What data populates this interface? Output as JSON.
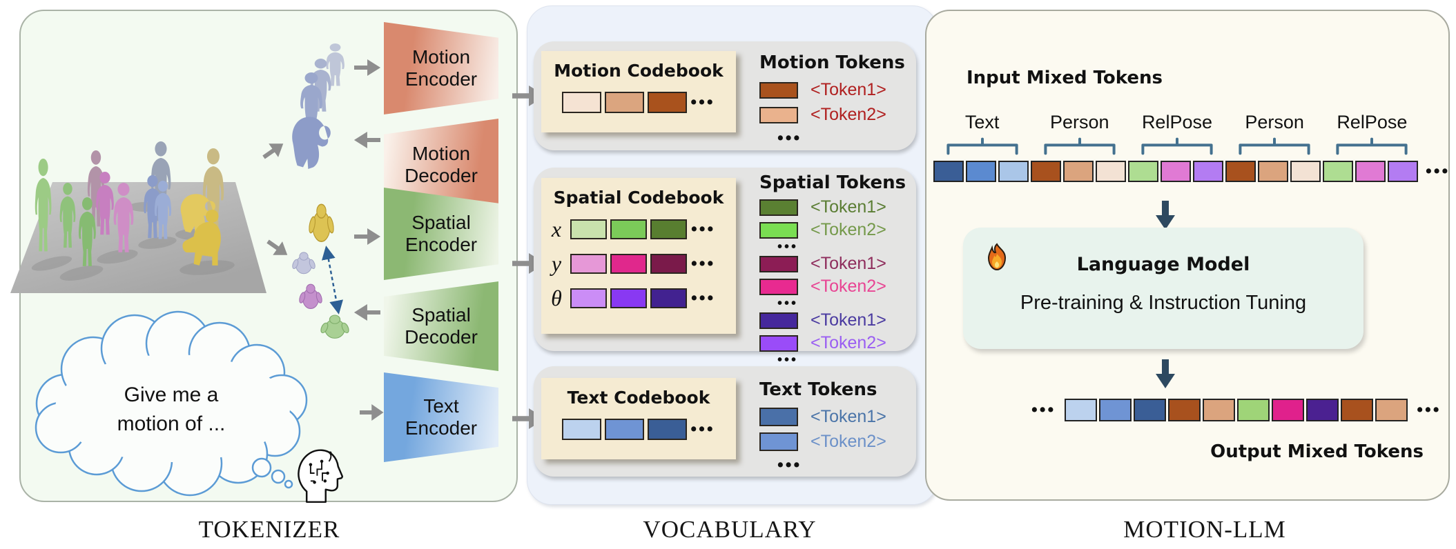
{
  "tokenizer": {
    "caption": "TOKENIZER",
    "blocks": [
      {
        "line1": "Motion",
        "line2": "Encoder"
      },
      {
        "line1": "Motion",
        "line2": "Decoder"
      },
      {
        "line1": "Spatial",
        "line2": "Encoder"
      },
      {
        "line1": "Spatial",
        "line2": "Decoder"
      },
      {
        "line1": "Text",
        "line2": "Encoder"
      }
    ],
    "thought_bubble": {
      "line1": "Give me a",
      "line2": "motion of ..."
    }
  },
  "vocabulary": {
    "caption": "VOCABULARY",
    "ellipsis": "•••",
    "motion": {
      "codebook_title": "Motion Codebook",
      "codebook_colors": [
        "#f5e3d3",
        "#dba57f",
        "#a9521d"
      ],
      "tokens_title": "Motion Tokens",
      "tokens": [
        {
          "color": "#a9521d",
          "label": "<Token1>",
          "label_color": "#b02020"
        },
        {
          "color": "#eab28d",
          "label": "<Token2>",
          "label_color": "#b02020"
        }
      ]
    },
    "spatial": {
      "codebook_title": "Spatial Codebook",
      "rows": [
        {
          "var": "x",
          "colors": [
            "#c9e2ad",
            "#7bca59",
            "#587e30"
          ]
        },
        {
          "var": "y",
          "colors": [
            "#e698d7",
            "#e0288c",
            "#7a1a4a"
          ]
        },
        {
          "var": "θ",
          "colors": [
            "#cb8df6",
            "#8939f2",
            "#422290"
          ]
        }
      ],
      "tokens_title": "Spatial Tokens",
      "token_groups": [
        {
          "tokens": [
            {
              "color": "#5a8032",
              "label": "<Token1>",
              "label_color": "#5a7d33"
            },
            {
              "color": "#7ade52",
              "label": "<Token2>",
              "label_color": "#74994a"
            }
          ]
        },
        {
          "tokens": [
            {
              "color": "#8c1d55",
              "label": "<Token1>",
              "label_color": "#8e2c5c"
            },
            {
              "color": "#e82a90",
              "label": "<Token2>",
              "label_color": "#e84493"
            }
          ]
        },
        {
          "tokens": [
            {
              "color": "#46289c",
              "label": "<Token1>",
              "label_color": "#4a3aa0"
            },
            {
              "color": "#9a4cf8",
              "label": "<Token2>",
              "label_color": "#9a5ef2"
            }
          ]
        }
      ]
    },
    "text": {
      "codebook_title": "Text Codebook",
      "codebook_colors": [
        "#bcd2ee",
        "#6f94d4",
        "#3a5e96"
      ],
      "tokens_title": "Text Tokens",
      "tokens": [
        {
          "color": "#4a70a8",
          "label": "<Token1>",
          "label_color": "#4a74a8"
        },
        {
          "color": "#6f94d4",
          "label": "<Token2>",
          "label_color": "#6b90c8"
        }
      ]
    }
  },
  "motion_llm": {
    "caption": "MOTION-LLM",
    "input_title": "Input Mixed Tokens",
    "group_labels": [
      "Text",
      "Person",
      "RelPose",
      "Person",
      "RelPose"
    ],
    "input_tokens": [
      "#3a5e96",
      "#5b8ad0",
      "#aac6e8",
      "#a8511e",
      "#dba47e",
      "#f3e2d4",
      "#aedd92",
      "#e07ad4",
      "#b37cf2",
      "#a8511e",
      "#dba47e",
      "#f3e2d4",
      "#aedd92",
      "#e07ad4",
      "#b37cf2"
    ],
    "ellipsis": "•••",
    "language_model": {
      "icon": "fire-icon",
      "title": "Language Model",
      "subtitle": "Pre-training & Instruction Tuning"
    },
    "output_tokens": [
      "#bcd2ee",
      "#6f94d4",
      "#3a5e96",
      "#a8511e",
      "#dba47e",
      "#9fd478",
      "#e0218c",
      "#4b2191",
      "#a8511e",
      "#dba47e"
    ],
    "output_title": "Output Mixed Tokens"
  }
}
